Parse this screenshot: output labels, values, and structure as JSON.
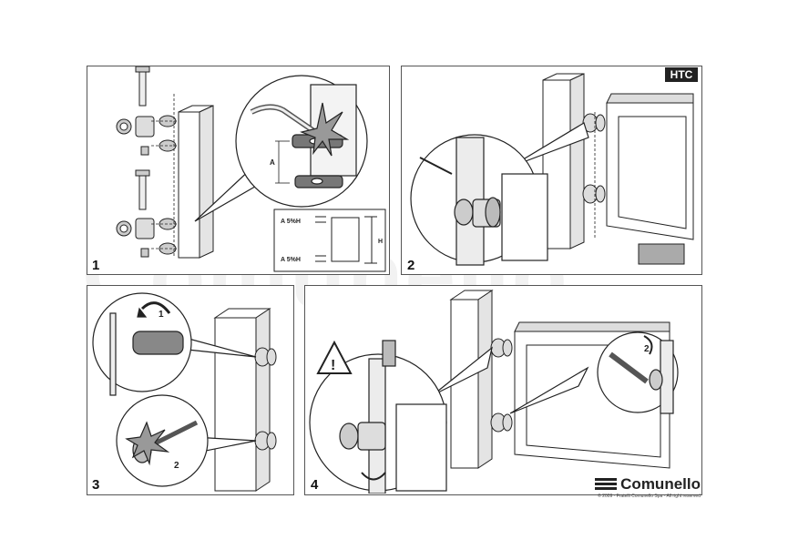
{
  "panels": [
    {
      "step": "1",
      "labels": {
        "a": "A",
        "a_pct_top": "A  5%H",
        "a_pct_bottom": "A  5%H",
        "h": "H"
      }
    },
    {
      "step": "2",
      "badge": "HTC"
    },
    {
      "step": "3",
      "callouts": [
        "1",
        "2"
      ]
    },
    {
      "step": "4",
      "callouts": [
        "2"
      ]
    }
  ],
  "brand": {
    "name": "Comunello",
    "copyright": "© 2009 · Fratelli Comunello Spa · All right reserved"
  },
  "watermark": "Comunello",
  "colors": {
    "line": "#222222",
    "fill_gray": "#d9d9d9",
    "dark": "#333333"
  },
  "icons": [
    "warning-triangle-icon",
    "comunello-logo-icon",
    "rotation-arrow-icon",
    "wrench-icon",
    "welding-spark-icon"
  ]
}
